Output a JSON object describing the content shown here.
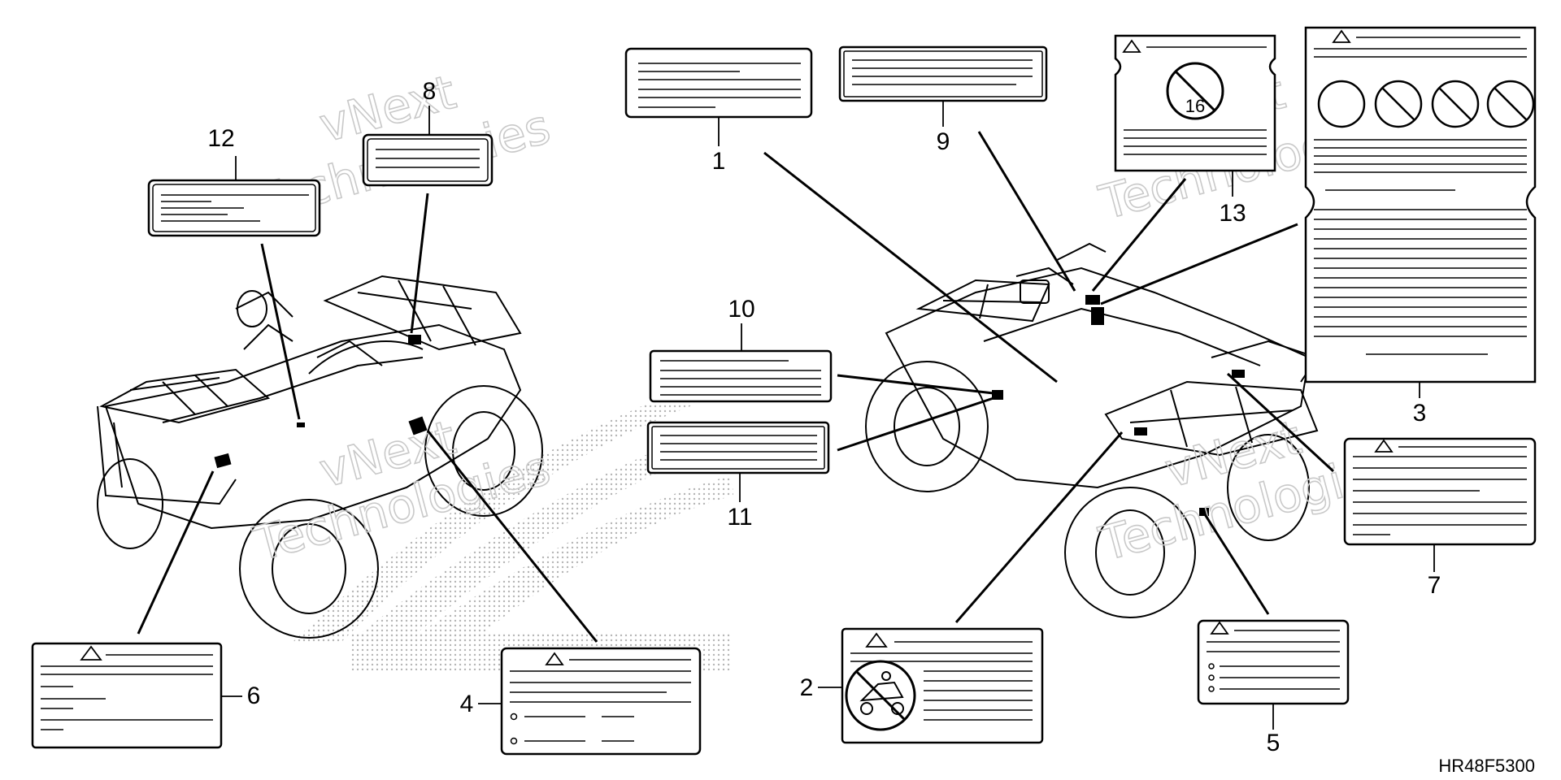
{
  "diagram": {
    "part_code": "HR48F5300",
    "callouts": {
      "c1": "1",
      "c2": "2",
      "c3": "3",
      "c4": "4",
      "c5": "5",
      "c6": "6",
      "c7": "7",
      "c8": "8",
      "c9": "9",
      "c10": "10",
      "c11": "11",
      "c12": "12",
      "c13": "13"
    },
    "label_13_age": "16",
    "watermark": {
      "line1": "vNext",
      "line2": "Technologies"
    },
    "colors": {
      "ink": "#000000",
      "watermark": "#c9c9c9",
      "background": "#ffffff"
    },
    "icons": [
      "warning-triangle-icon",
      "no-entry-circle-icon",
      "no-passenger-icon"
    ]
  }
}
